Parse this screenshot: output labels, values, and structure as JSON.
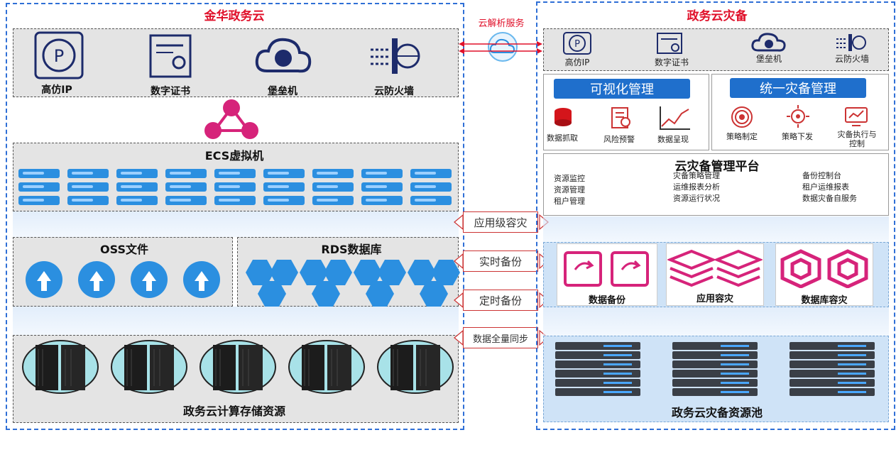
{
  "left": {
    "title": "金华政务云",
    "top_icons": [
      {
        "label": "高仿IP",
        "icon": "p-badge-icon"
      },
      {
        "label": "数字证书",
        "icon": "certificate-icon"
      },
      {
        "label": "堡垒机",
        "icon": "cloud-gear-icon"
      },
      {
        "label": "云防火墙",
        "icon": "firewall-globe-icon"
      }
    ],
    "ecs_label": "ECS虚拟机",
    "oss_label": "OSS文件",
    "rds_label": "RDS数据库",
    "compute_label": "政务云计算存储资源"
  },
  "middle": {
    "dns_label": "云解析服务",
    "tags": [
      "应用级容灾",
      "实时备份",
      "定时备份",
      "数据全量同步"
    ]
  },
  "right": {
    "title": "政务云灾备",
    "top_icons": [
      {
        "label": "高仿IP",
        "icon": "p-badge-icon"
      },
      {
        "label": "数字证书",
        "icon": "certificate-icon"
      },
      {
        "label": "堡垒机",
        "icon": "cloud-gear-icon"
      },
      {
        "label": "云防火墙",
        "icon": "firewall-globe-icon"
      }
    ],
    "viz": {
      "title": "可视化管理",
      "items": [
        "数据抓取",
        "风险预警",
        "数据呈现"
      ]
    },
    "unified": {
      "title": "统一灾备管理",
      "items": [
        "策略制定",
        "策略下发",
        "灾备执行与控制"
      ]
    },
    "platform": {
      "title": "云灾备管理平台",
      "col1": [
        "资源监控",
        "资源管理",
        "租户管理"
      ],
      "col2": [
        "灾备策略管理",
        "运维报表分析",
        "资源运行状况"
      ],
      "col3": [
        "备份控制台",
        "租户运维报表",
        "数据灾备自服务"
      ]
    },
    "services": [
      "数据备份",
      "应用容灾",
      "数据库容灾"
    ],
    "pool_label": "政务云灾备资源池"
  },
  "colors": {
    "accent_red": "#e0102a",
    "region_border": "#2f6fd6",
    "blue": "#1f6fcc",
    "pink": "#d6237a"
  }
}
